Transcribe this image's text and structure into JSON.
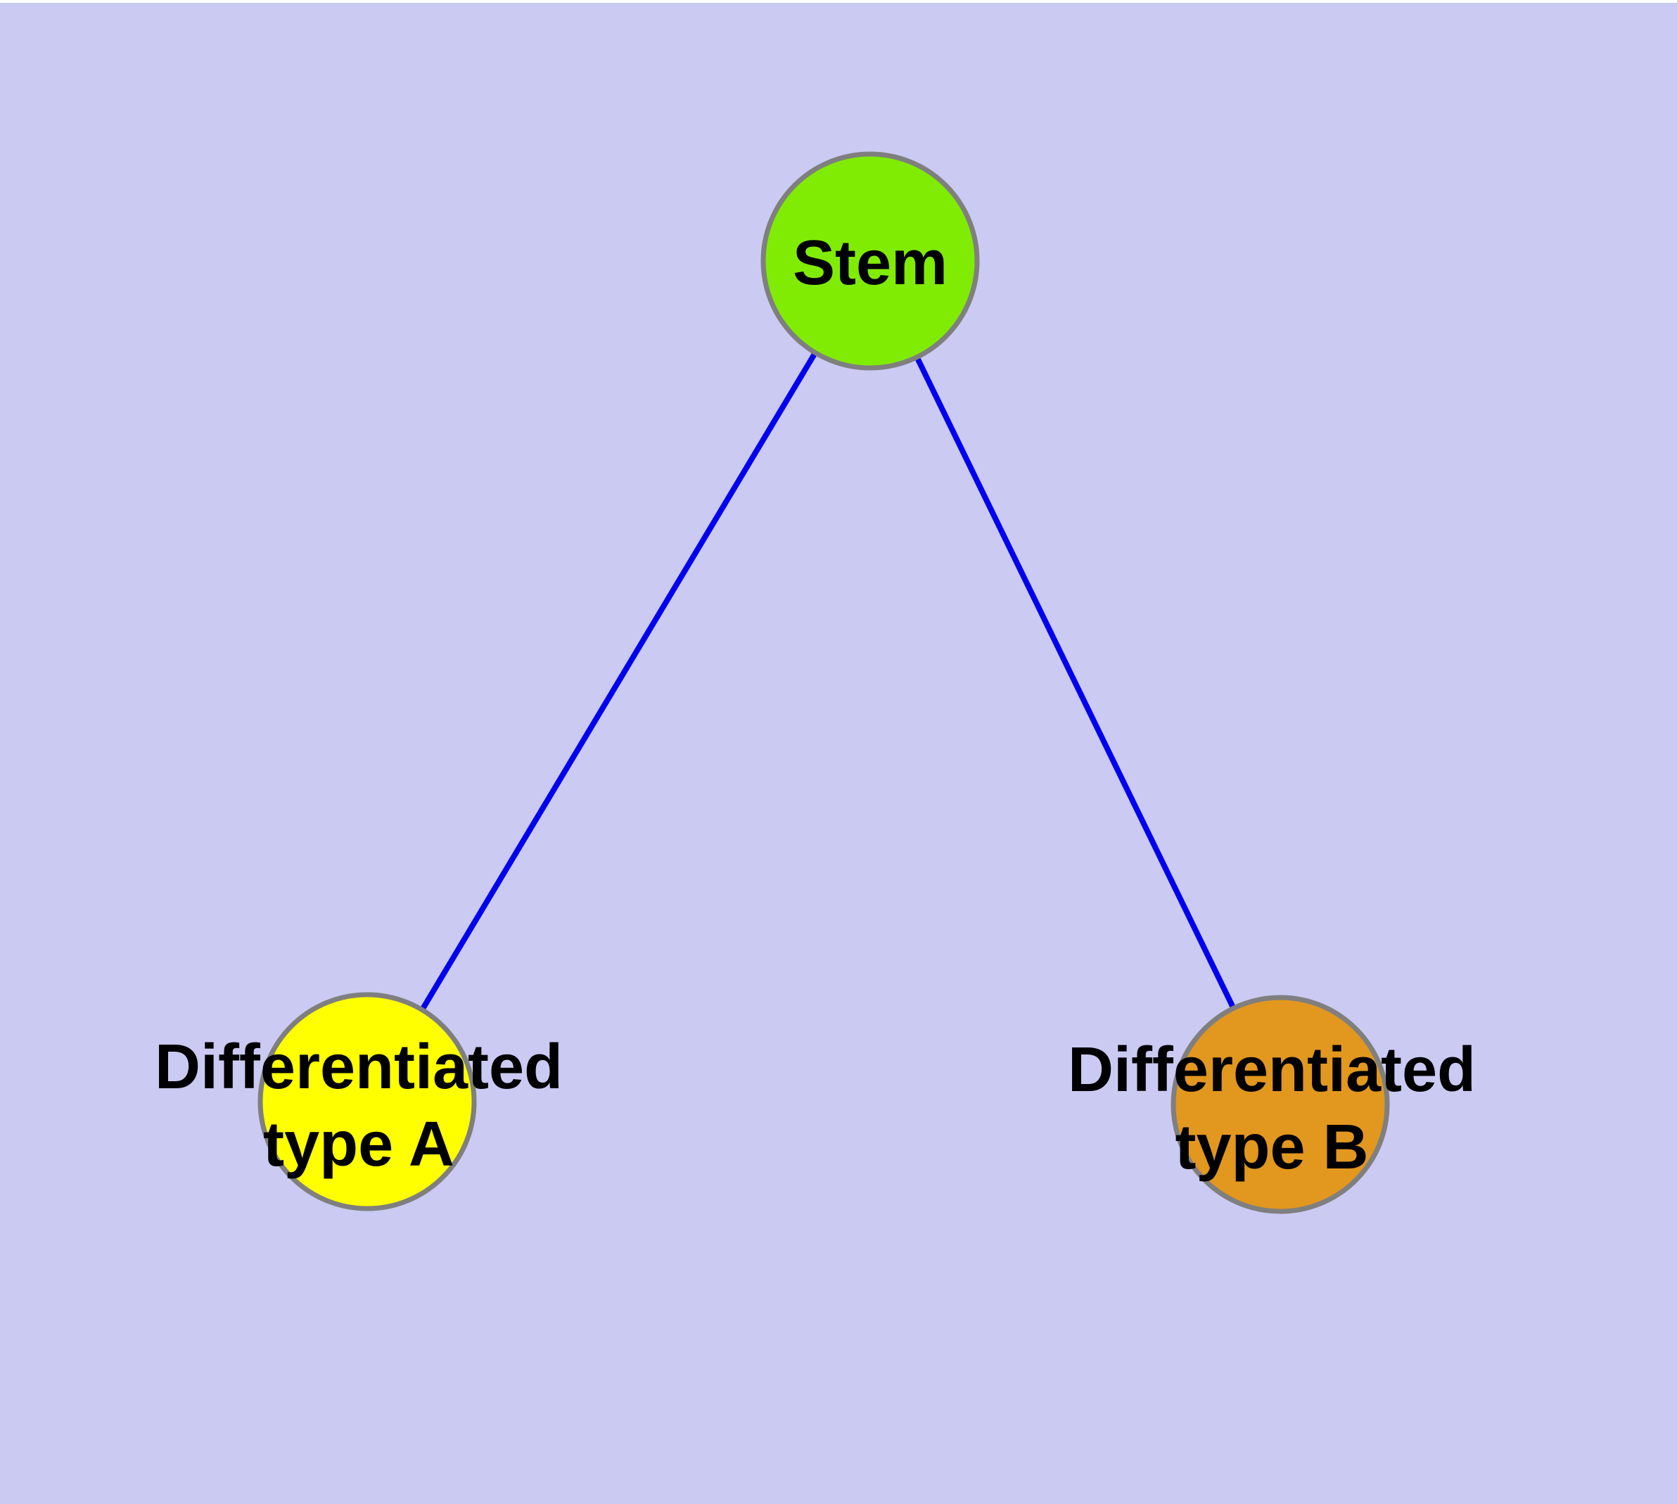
{
  "canvas": {
    "background": "#cacaf3",
    "top_strip": "#ffffff"
  },
  "graph": {
    "type": "node-link-diagram",
    "description": "Stem cell differentiation tree: one stem node connected to two differentiated cell type nodes",
    "edge_color": "#0000ee",
    "node_border_color": "#7f7f7f",
    "label_color": "#000000",
    "nodes": [
      {
        "id": "stem",
        "label": "Stem",
        "color": "#80ec04"
      },
      {
        "id": "diff-a",
        "label_line1": "Differentiated",
        "label_line2": "type A",
        "color": "#ffff00"
      },
      {
        "id": "diff-b",
        "label_line1": "Differentiated",
        "label_line2": "type B",
        "color": "#e2971f"
      }
    ],
    "edges": [
      {
        "from": "Stem",
        "to": "Differentiated type A"
      },
      {
        "from": "Stem",
        "to": "Differentiated type B"
      }
    ]
  }
}
